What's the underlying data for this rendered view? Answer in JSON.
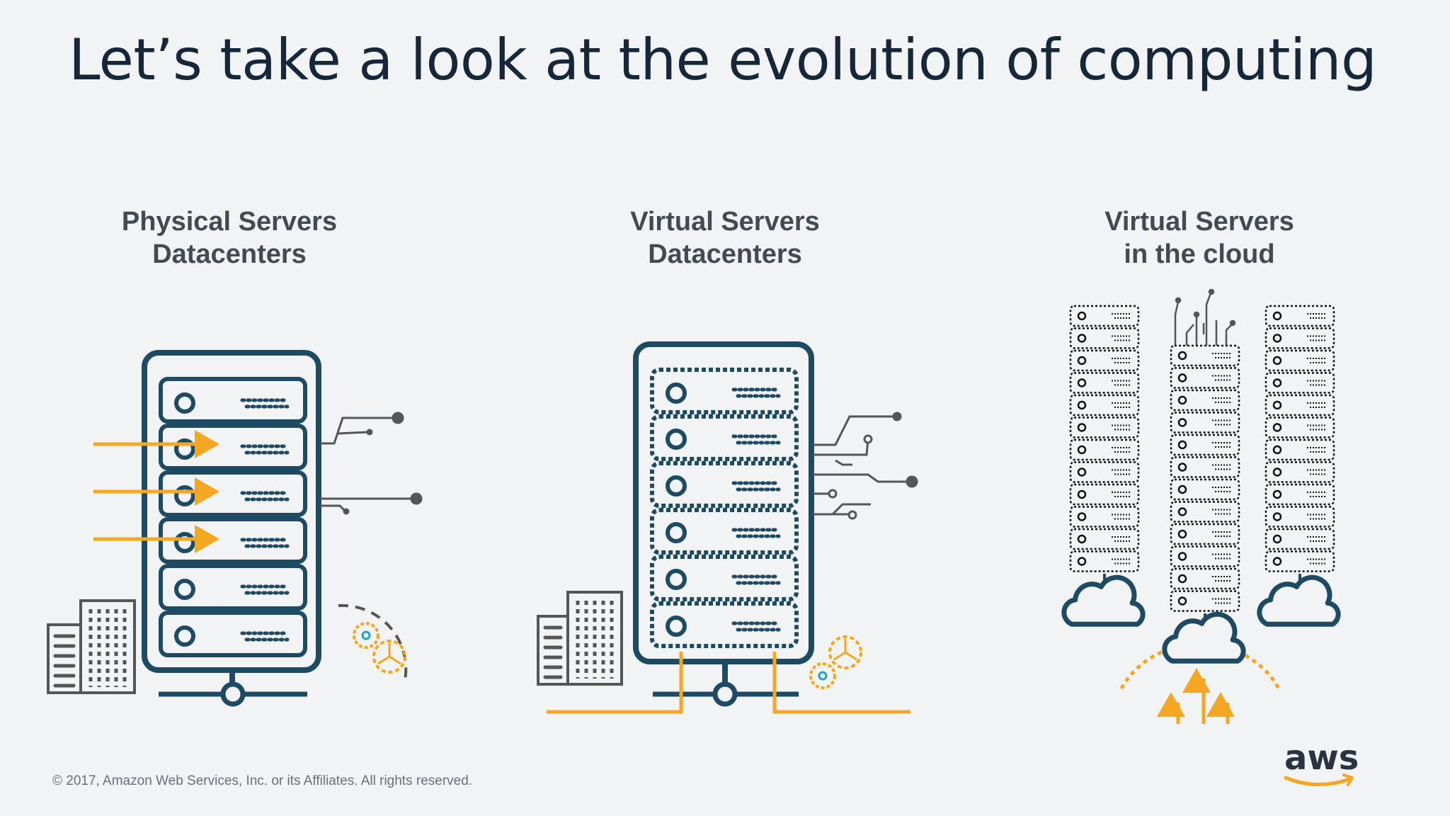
{
  "slide": {
    "title": "Let’s take a look at the evolution of computing",
    "footer": "© 2017, Amazon Web Services, Inc. or its Affiliates. All rights reserved."
  },
  "columns": [
    {
      "line1": "Physical Servers",
      "line2": "Datacenters",
      "icon": "physical-server-rack-icon"
    },
    {
      "line1": "Virtual Servers",
      "line2": "Datacenters",
      "icon": "virtual-server-rack-icon"
    },
    {
      "line1": "Virtual Servers",
      "line2": "in the cloud",
      "icon": "cloud-servers-icon"
    }
  ],
  "logo": {
    "text": "aws",
    "icon": "aws-logo-icon"
  },
  "colors": {
    "navy": "#1f4a63",
    "orange": "#f5a623",
    "gray": "#555555",
    "teal": "#21a3c7",
    "title": "#16273a"
  }
}
